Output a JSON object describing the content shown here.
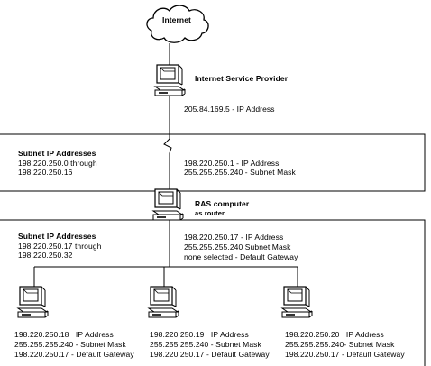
{
  "cloud": {
    "label": "Internet"
  },
  "isp": {
    "label": "Internet Service Provider",
    "address": "205.84.169.5 - IP Address"
  },
  "subnet1": {
    "header": "Subnet IP Addresses",
    "range_start": "198.220.250.0 through",
    "range_end": "198.220.250.16",
    "ip_line": "198.220.250.1 - IP Address",
    "mask_line": "255.255.255.240 - Subnet Mask"
  },
  "ras": {
    "label": "RAS computer",
    "sublabel": "as router"
  },
  "subnet2": {
    "header": "Subnet IP Addresses",
    "range_start": "198.220.250.17 through",
    "range_end": "198.220.250.32",
    "ip_value": "198.220.250.17",
    "ip_desc": "- IP Address",
    "mask_value": "255.255.255.240",
    "mask_desc": "Subnet Mask",
    "gw_value": "none selected",
    "gw_desc": "- Default Gateway"
  },
  "clients": [
    {
      "ip": "198.220.250.18",
      "ip_desc": "IP Address",
      "mask": "255.255.255.240",
      "mask_desc": "- Subnet Mask",
      "gw": "198.220.250.17",
      "gw_desc": "- Default Gateway"
    },
    {
      "ip": "198.220.250.19",
      "ip_desc": "IP Address",
      "mask": "255.255.255.240",
      "mask_desc": "- Subnet Mask",
      "gw": "198.220.250.17",
      "gw_desc": "- Default Gateway"
    },
    {
      "ip": "198.220.250.20",
      "ip_desc": "IP Address",
      "mask": "255.255.255.240",
      "mask_desc": "- Subnet Mask",
      "gw": "198.220.250.17",
      "gw_desc": "- Default Gateway"
    }
  ]
}
